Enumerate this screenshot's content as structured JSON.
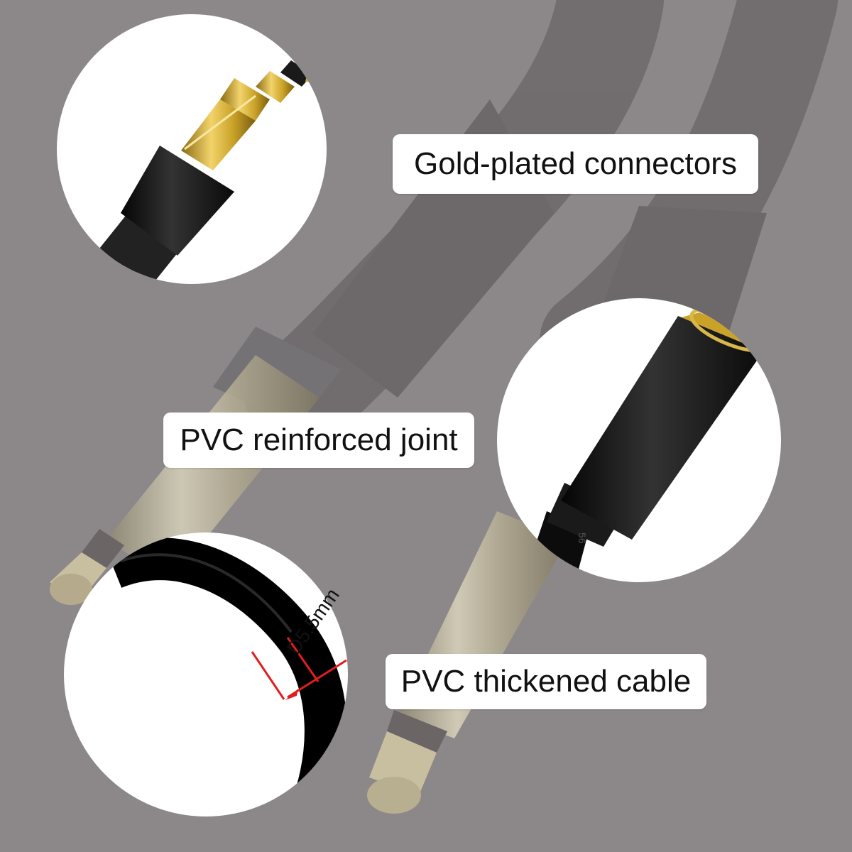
{
  "labels": {
    "gold_plated": "Gold-plated connectors",
    "reinforced_joint": "PVC reinforced joint",
    "thickened_cable": "PVC thickened cable",
    "diameter": "D5.5mm"
  },
  "colors": {
    "background": "#8c8789",
    "faded_cable": "#6f6b6d",
    "plug_metal": "#b9b29a",
    "gold": "#c9a227",
    "black_housing": "#141414",
    "marker_red": "#e21d1d",
    "label_bg": "#ffffff"
  }
}
